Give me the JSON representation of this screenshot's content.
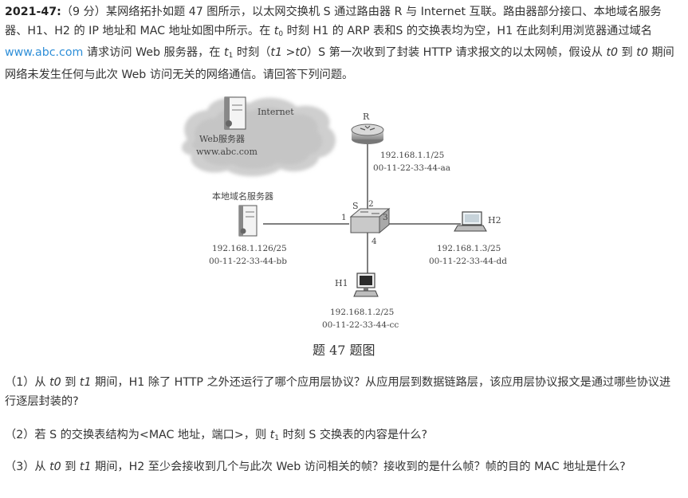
{
  "intro": {
    "label": "2021-47:",
    "p1": "（9 分）某网络拓扑如题 47 图所示，以太网交换机 S 通过路由器 R 与 Internet 互联。路由器部分接口、本地域名服务器、H1、H2 的 IP 地址和 MAC 地址如图中所示。在 ",
    "t0": "t",
    "t0_sub": "0",
    "p2": " 时刻 H1 的 ARP 表和S 的交换表均为空，H1 在此刻利用浏览器通过域名 ",
    "domain": "www.abc.com",
    "p3": " 请求访问 Web 服务器，在 ",
    "t1": "t",
    "t1_sub": "1",
    "p4": " 时刻（",
    "cond": "t1 >t0",
    "p5": "）S 第一次收到了封装 HTTP 请求报文的以太网帧，假设从 ",
    "range_a": "t0",
    "p6": " 到 ",
    "range_b": "t0",
    "p7": " 期间网络未发生任何与此次 Web 访问无关的网络通信。请回答下列问题。"
  },
  "figure": {
    "internet": "Internet",
    "web_server_label": "Web服务器",
    "web_server_domain": "www.abc.com",
    "router_name": "R",
    "router_ip": "192.168.1.1/25",
    "router_mac": "00-11-22-33-44-aa",
    "dns_label": "本地域名服务器",
    "dns_ip": "192.168.1.126/25",
    "dns_mac": "00-11-22-33-44-bb",
    "switch_name": "S",
    "port1": "1",
    "port2": "2",
    "port3": "3",
    "port4": "4",
    "h2_name": "H2",
    "h2_ip": "192.168.1.3/25",
    "h2_mac": "00-11-22-33-44-dd",
    "h1_name": "H1",
    "h1_ip": "192.168.1.2/25",
    "h1_mac": "00-11-22-33-44-cc",
    "caption": "题 47 题图"
  },
  "questions": {
    "q1_a": "（1）从 ",
    "q1_t0": "t0",
    "q1_b": " 到 ",
    "q1_t1": "t1",
    "q1_c": " 期间，H1 除了 HTTP 之外还运行了哪个应用层协议？从应用层到数据链路层，该应用层协议报文是通过哪些协议进行逐层封装的?",
    "q2_a": "（2）若 S 的交换表结构为<MAC 地址，端口>，则 ",
    "q2_t": "t",
    "q2_sub": "1",
    "q2_b": " 时刻 S 交换表的内容是什么?",
    "q3_a": "（3）从 ",
    "q3_t0": "t0",
    "q3_b": " 到 ",
    "q3_t1": "t1",
    "q3_c": " 期间，H2 至少会接收到几个与此次 Web 访问相关的帧？接收到的是什么帧？帧的目的 MAC 地址是什么?"
  }
}
